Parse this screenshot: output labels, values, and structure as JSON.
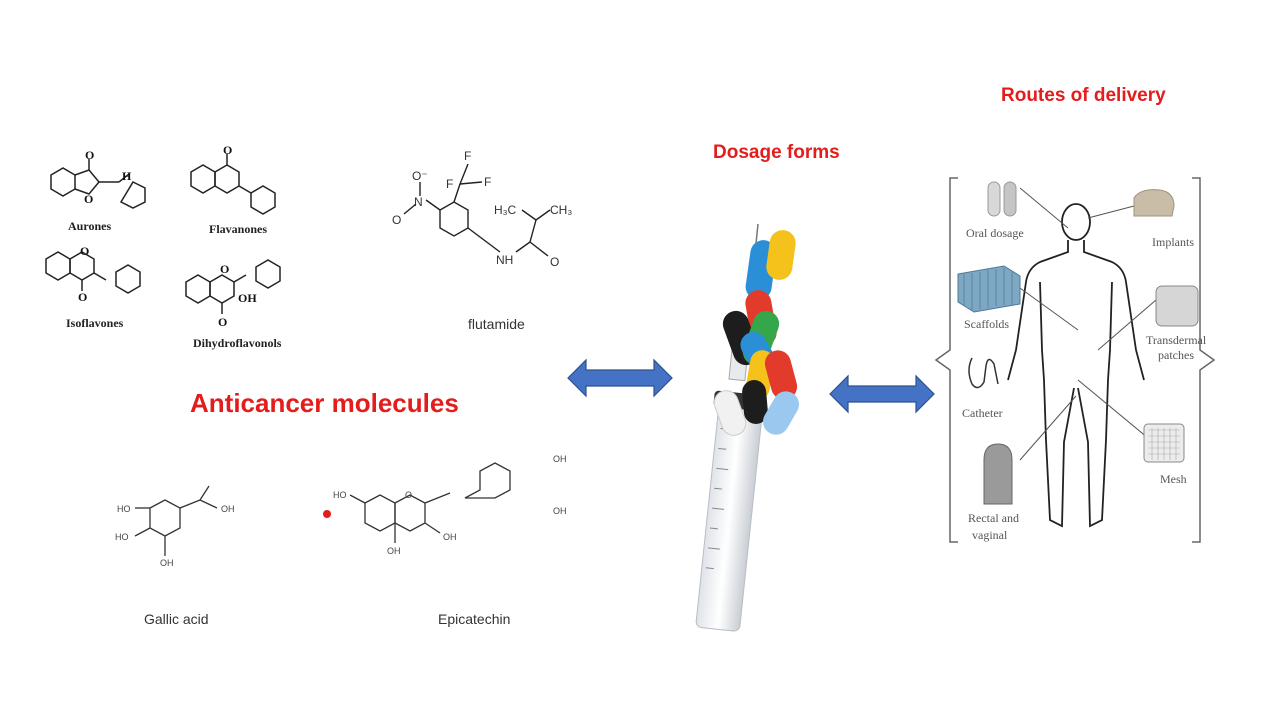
{
  "headings": {
    "anticancer": "Anticancer molecules",
    "dosage": "Dosage forms",
    "routes": "Routes of delivery"
  },
  "molecules": {
    "aurones": "Aurones",
    "flavanones": "Flavanones",
    "isoflavones": "Isoflavones",
    "dihydroflavonols": "Dihydroflavonols",
    "flutamide": "flutamide",
    "gallic_acid": "Gallic acid",
    "epicatechin": "Epicatechin"
  },
  "atoms": {
    "O": "O",
    "H": "H",
    "OH": "OH",
    "F": "F",
    "H3C": "H₃C",
    "CH3": "CH₃",
    "NH": "NH",
    "N": "N",
    "HO": "HO",
    "Ominus": "O⁻"
  },
  "routes": {
    "oral": "Oral dosage",
    "implants": "Implants",
    "scaffolds": "Scaffolds",
    "transdermal_1": "Transdermal",
    "transdermal_2": "patches",
    "catheter": "Catheter",
    "mesh": "Mesh",
    "rectal_1": "Rectal and",
    "rectal_2": "vaginal"
  },
  "colors": {
    "heading_red": "#e31c1c",
    "arrow_blue": "#4472c4",
    "arrow_border": "#2f528f"
  }
}
